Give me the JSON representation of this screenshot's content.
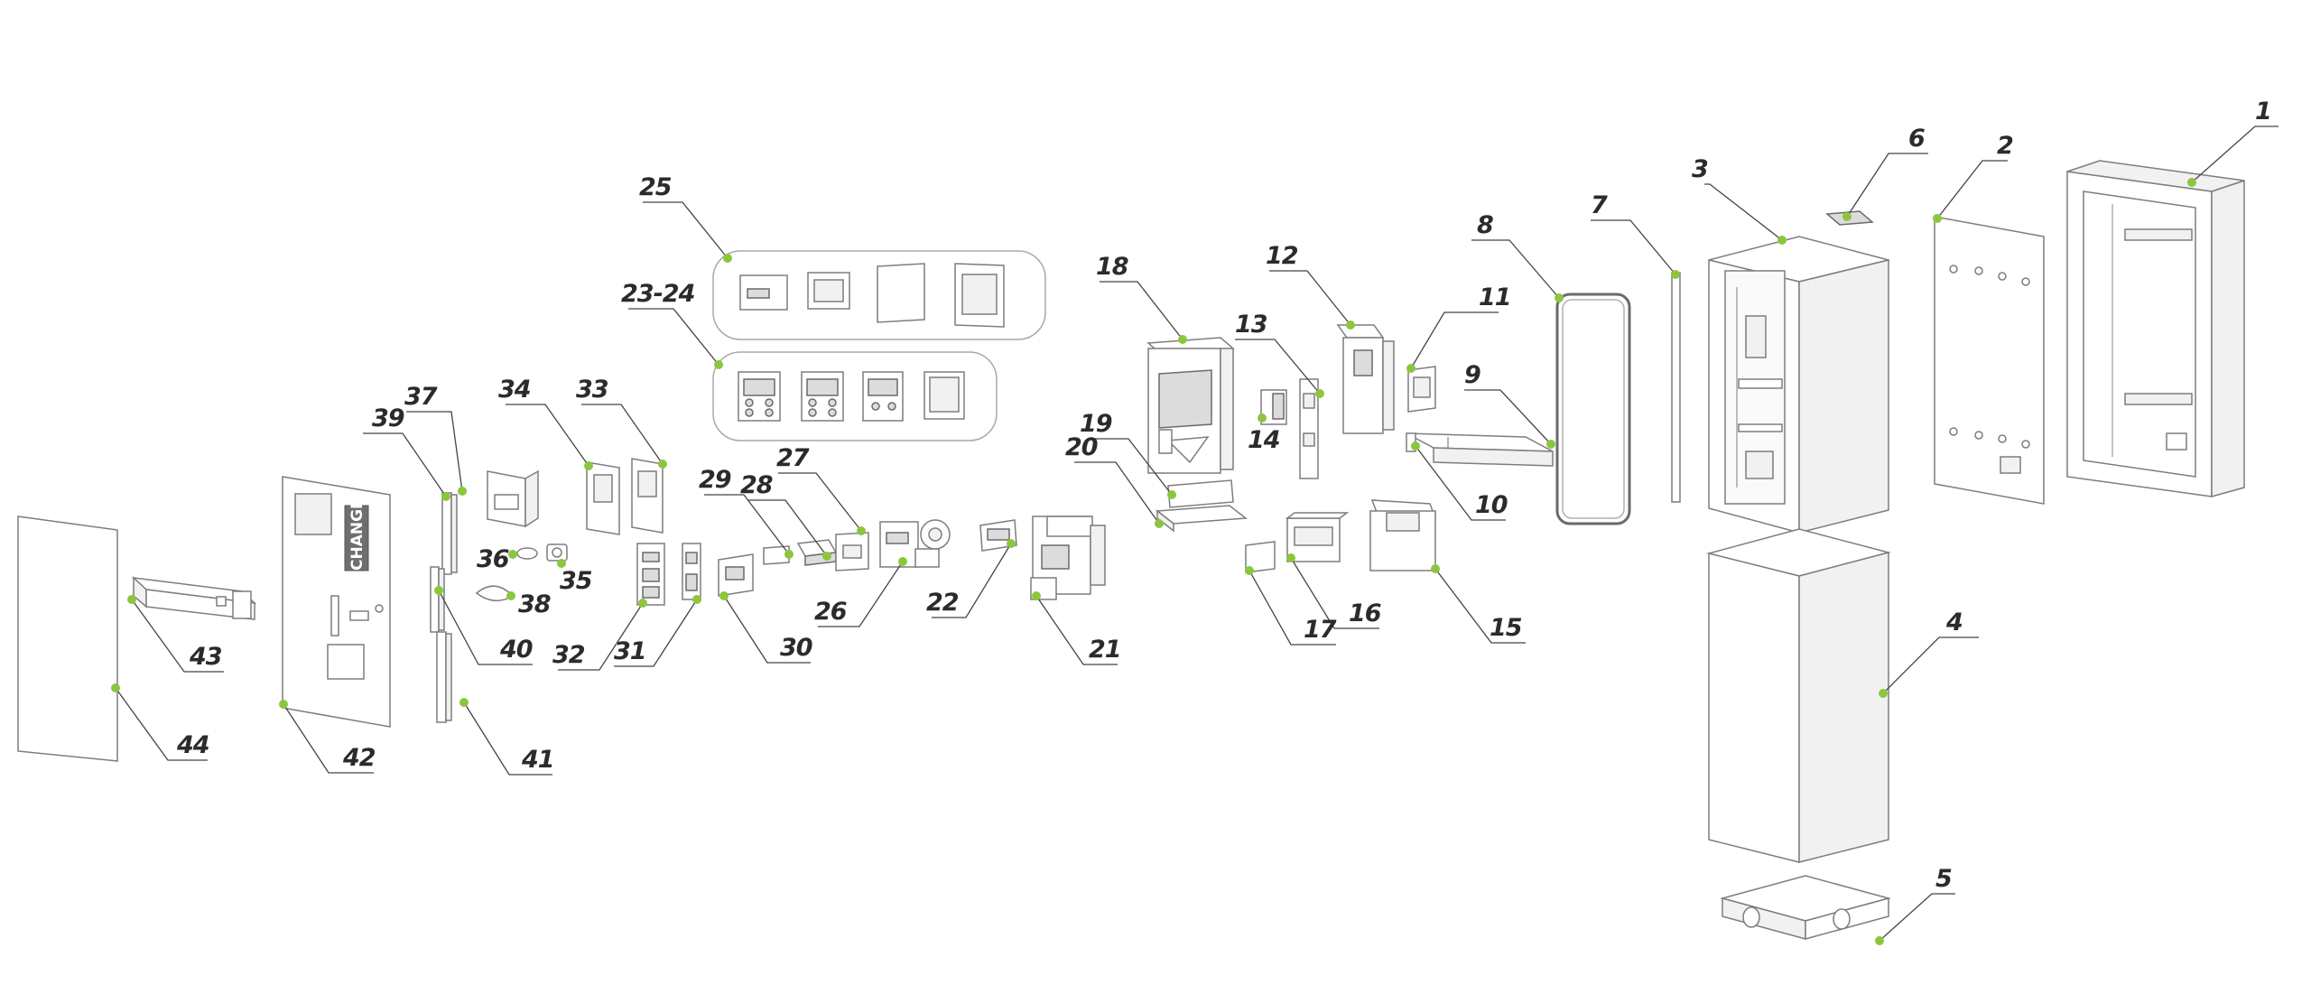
{
  "colors": {
    "accent": "#8cc63f",
    "line": "#444444",
    "label": "#2b2b2b",
    "part_stroke": "#7d7d7d"
  },
  "panel_text": "CHANGE",
  "callouts": [
    {
      "label": "1"
    },
    {
      "label": "2"
    },
    {
      "label": "3"
    },
    {
      "label": "4"
    },
    {
      "label": "5"
    },
    {
      "label": "6"
    },
    {
      "label": "7"
    },
    {
      "label": "8"
    },
    {
      "label": "9"
    },
    {
      "label": "10"
    },
    {
      "label": "11"
    },
    {
      "label": "12"
    },
    {
      "label": "13"
    },
    {
      "label": "14"
    },
    {
      "label": "15"
    },
    {
      "label": "16"
    },
    {
      "label": "17"
    },
    {
      "label": "18"
    },
    {
      "label": "19"
    },
    {
      "label": "20"
    },
    {
      "label": "21"
    },
    {
      "label": "22"
    },
    {
      "label": "23-24"
    },
    {
      "label": "25"
    },
    {
      "label": "26"
    },
    {
      "label": "27"
    },
    {
      "label": "28"
    },
    {
      "label": "29"
    },
    {
      "label": "30"
    },
    {
      "label": "31"
    },
    {
      "label": "32"
    },
    {
      "label": "33"
    },
    {
      "label": "34"
    },
    {
      "label": "35"
    },
    {
      "label": "36"
    },
    {
      "label": "37"
    },
    {
      "label": "38"
    },
    {
      "label": "39"
    },
    {
      "label": "40"
    },
    {
      "label": "41"
    },
    {
      "label": "42"
    },
    {
      "label": "43"
    },
    {
      "label": "44"
    }
  ]
}
